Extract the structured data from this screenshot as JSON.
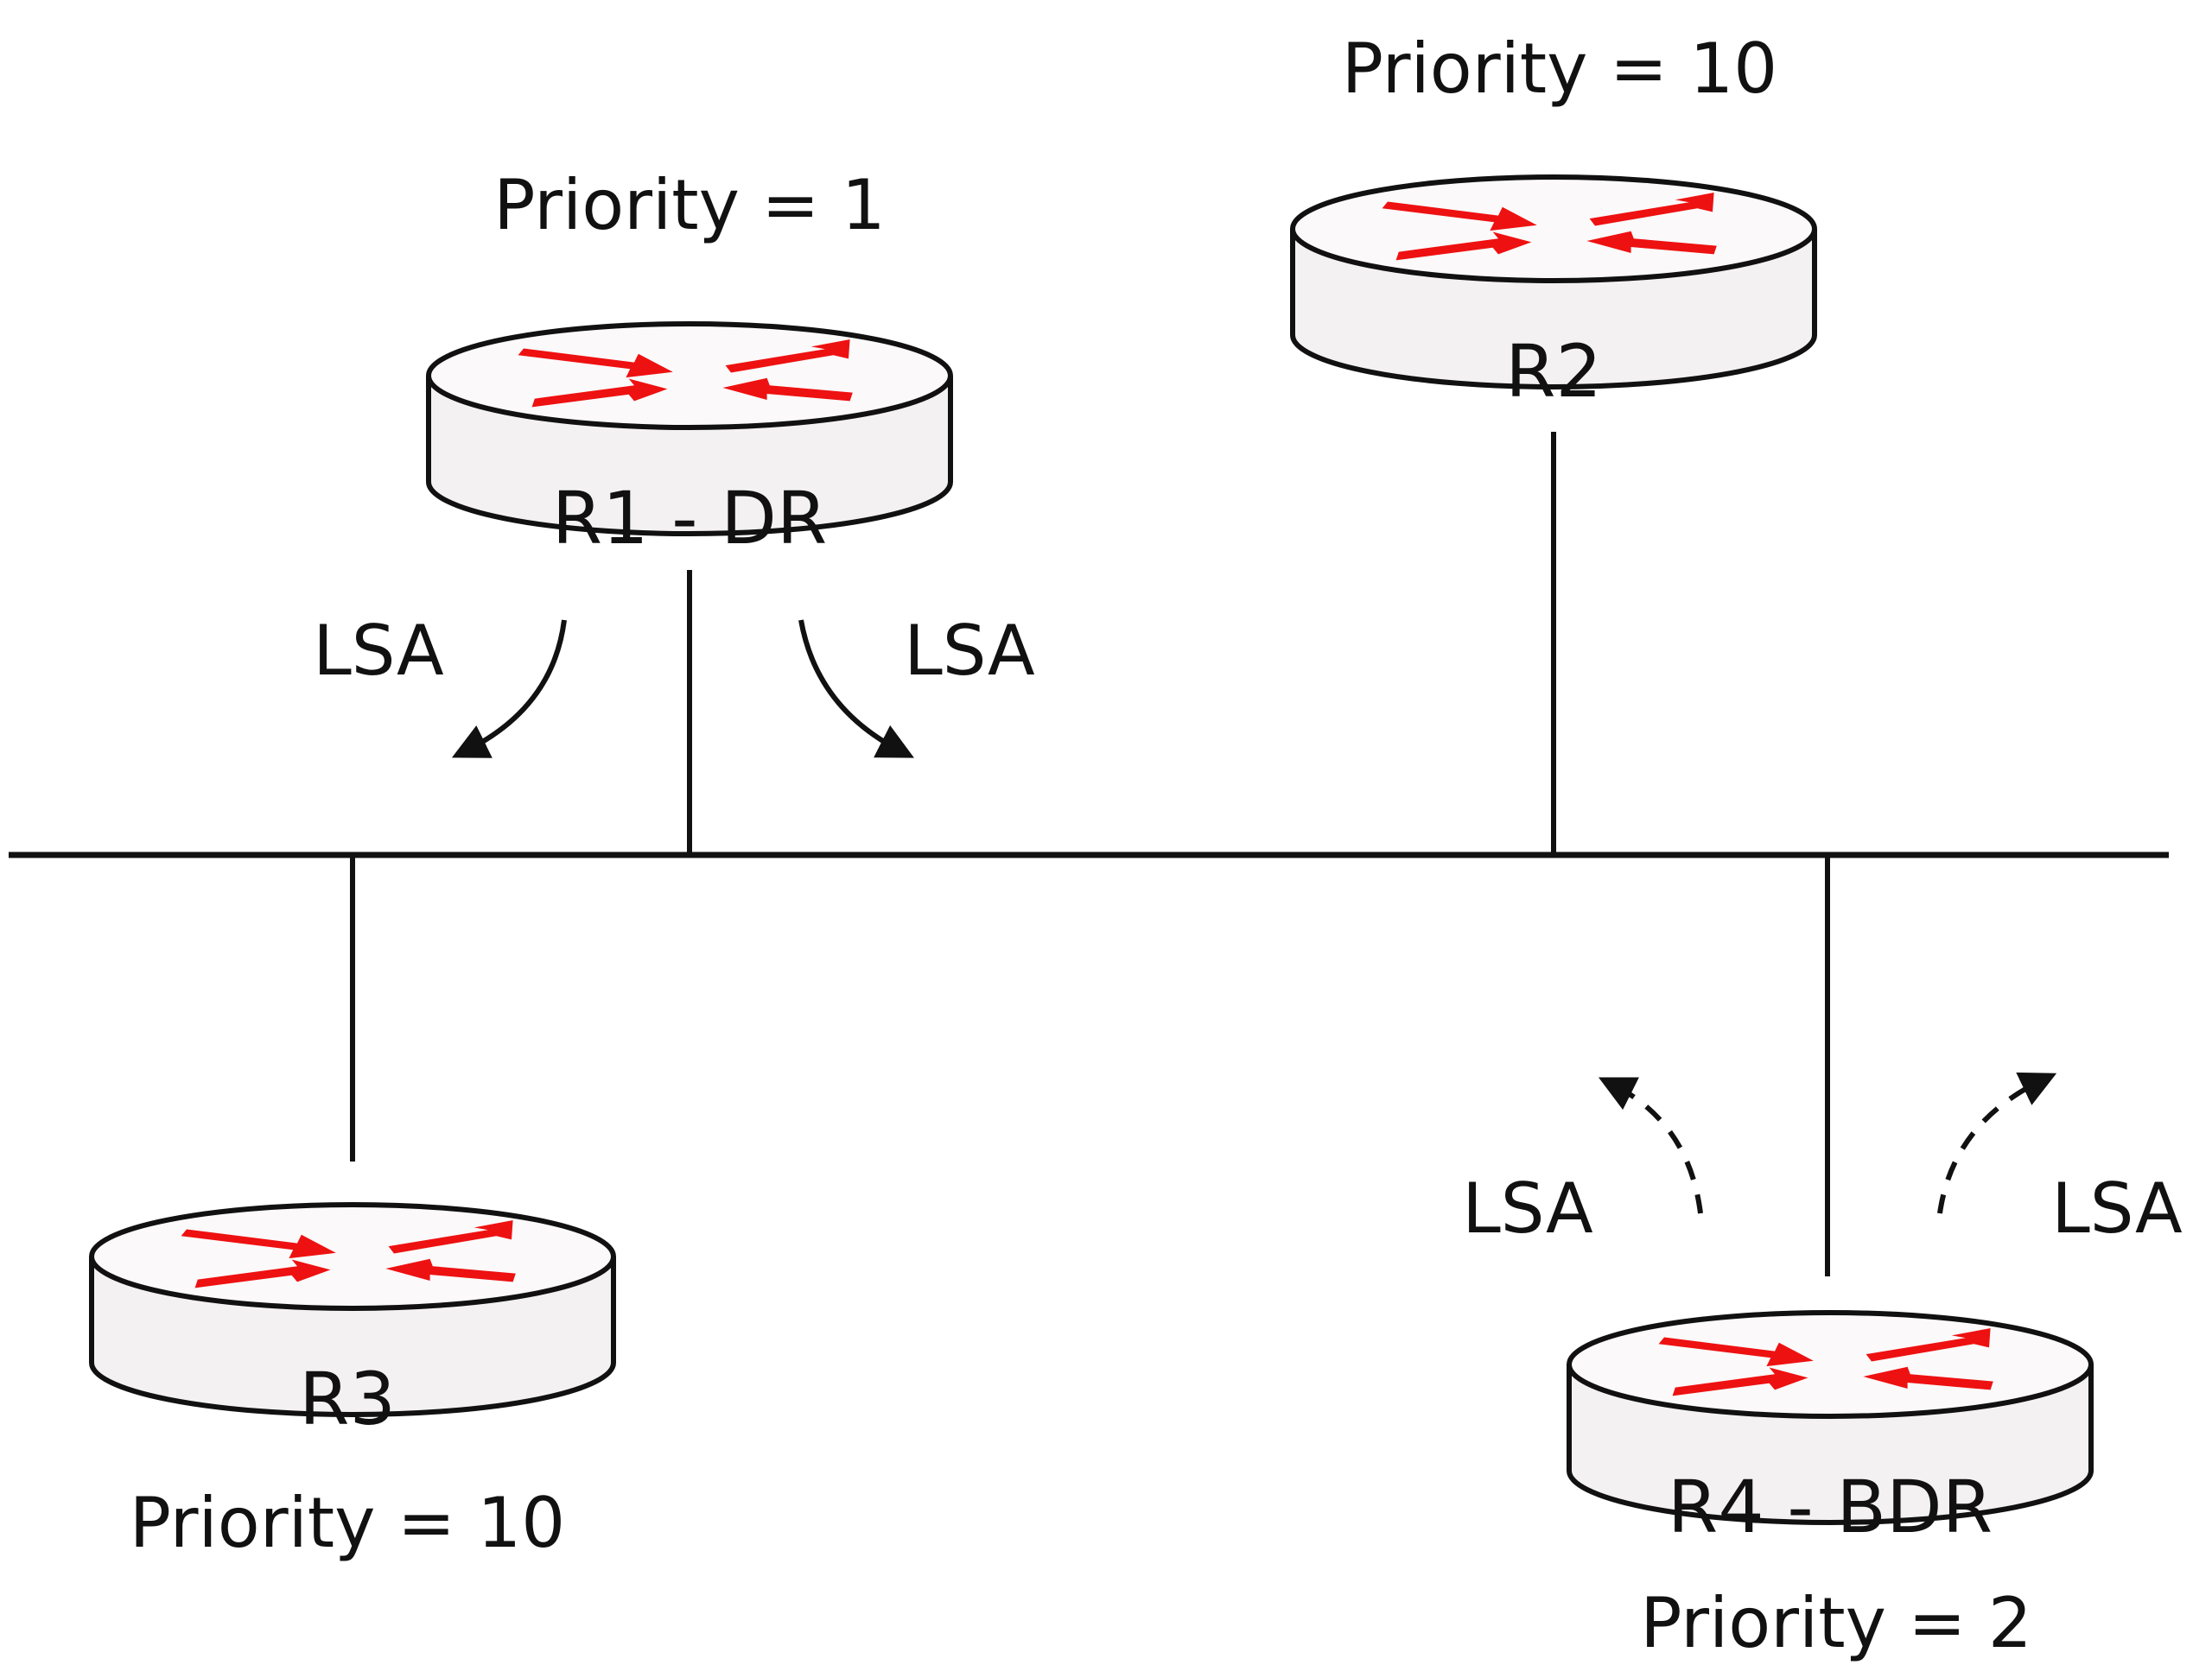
{
  "colors": {
    "line": "#111111",
    "arrow": "#ee1111",
    "router_face": "#f6f3f4",
    "background": "#ffffff"
  },
  "routers": [
    {
      "id": "r1",
      "name": "R1 - DR",
      "priority": "Priority = 1"
    },
    {
      "id": "r2",
      "name": "R2",
      "priority": "Priority = 10"
    },
    {
      "id": "r3",
      "name": "R3",
      "priority": "Priority = 10"
    },
    {
      "id": "r4",
      "name": "R4 - BDR",
      "priority": "Priority = 2"
    }
  ],
  "lsa_labels": [
    "LSA",
    "LSA",
    "LSA",
    "LSA"
  ],
  "icons": {
    "router": "router-icon",
    "arrow": "curved-arrow-icon"
  }
}
